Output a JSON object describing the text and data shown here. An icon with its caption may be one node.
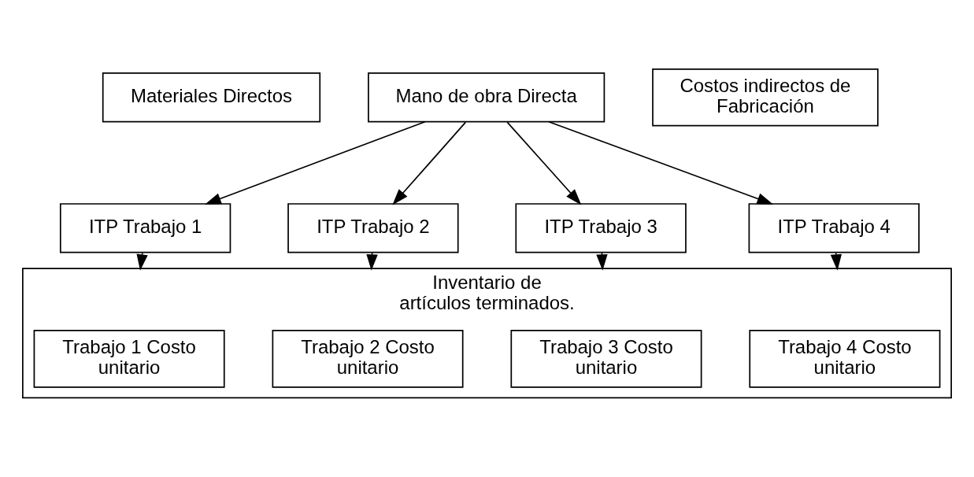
{
  "diagram": {
    "nodes": [
      {
        "text": [
          "Materiales Directos"
        ]
      },
      {
        "text": [
          "Mano de obra Directa"
        ]
      },
      {
        "text": [
          "Costos indirectos de Fabricación"
        ]
      },
      {
        "text": [
          "ITP Trabajo 1"
        ]
      },
      {
        "text": [
          "ITP Trabajo 2"
        ]
      },
      {
        "text": [
          "ITP Trabajo 3"
        ]
      },
      {
        "text": [
          "ITP Trabajo 4"
        ]
      },
      {
        "text": [
          "Inventario de artículos terminados."
        ]
      },
      {
        "text": [
          "Trabajo 1 Costo unitario"
        ],
        "in": 7
      },
      {
        "text": [
          "Trabajo 2 Costo unitario"
        ],
        "in": 7
      },
      {
        "text": [
          "Trabajo 3 Costo unitario"
        ],
        "in": 7
      },
      {
        "text": [
          "Trabajo 4 Costo unitario"
        ],
        "in": 7
      }
    ],
    "edges": [
      {
        "from": 1,
        "to": 3,
        "arrow": "to"
      },
      {
        "from": 1,
        "to": 4,
        "arrow": "to"
      },
      {
        "from": 1,
        "to": 5,
        "arrow": "to"
      },
      {
        "from": 1,
        "to": 6,
        "arrow": "to"
      },
      {
        "from": 3,
        "to": 7,
        "arrow": "to"
      },
      {
        "from": 4,
        "to": 7,
        "arrow": "to"
      },
      {
        "from": 5,
        "to": 7,
        "arrow": "to"
      },
      {
        "from": 6,
        "to": 7,
        "arrow": "to"
      }
    ]
  }
}
